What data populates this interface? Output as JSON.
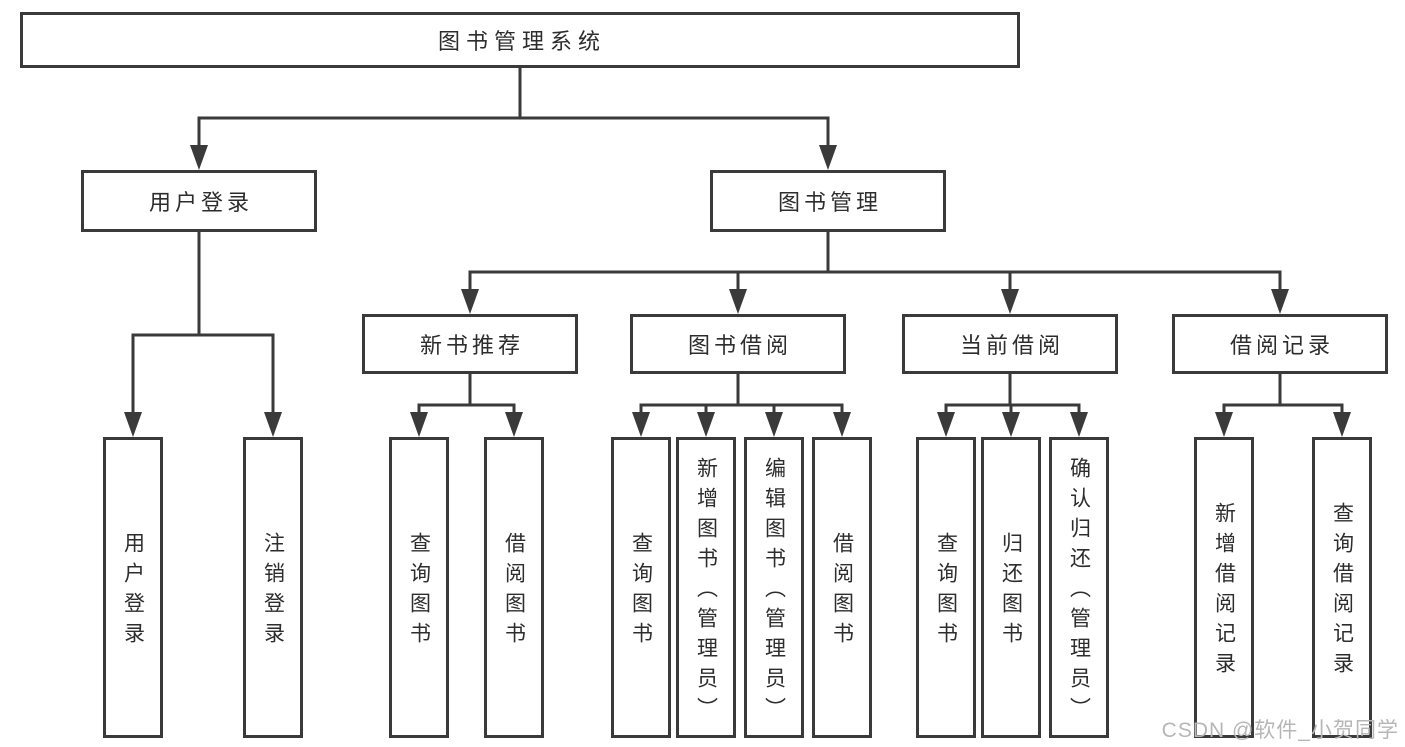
{
  "diagram": {
    "root": {
      "label": "图书管理系统"
    },
    "branches": [
      {
        "label": "用户登录",
        "children": [
          {
            "label": "用户登录"
          },
          {
            "label": "注销登录"
          }
        ]
      },
      {
        "label": "图书管理",
        "children": [
          {
            "label": "新书推荐",
            "children": [
              {
                "label": "查询图书"
              },
              {
                "label": "借阅图书"
              }
            ]
          },
          {
            "label": "图书借阅",
            "children": [
              {
                "label": "查询图书"
              },
              {
                "label": "新增图书（管理员）"
              },
              {
                "label": "编辑图书（管理员）"
              },
              {
                "label": "借阅图书"
              }
            ]
          },
          {
            "label": "当前借阅",
            "children": [
              {
                "label": "查询图书"
              },
              {
                "label": "归还图书"
              },
              {
                "label": "确认归还（管理员）"
              }
            ]
          },
          {
            "label": "借阅记录",
            "children": [
              {
                "label": "新增借阅记录"
              },
              {
                "label": "查询借阅记录"
              }
            ]
          }
        ]
      }
    ],
    "watermark": "CSDN @软件_小贺同学",
    "colors": {
      "line": "#3a3a3a",
      "text": "#2d2d2d",
      "watermark": "#b6b6b6",
      "background": "#ffffff"
    }
  }
}
